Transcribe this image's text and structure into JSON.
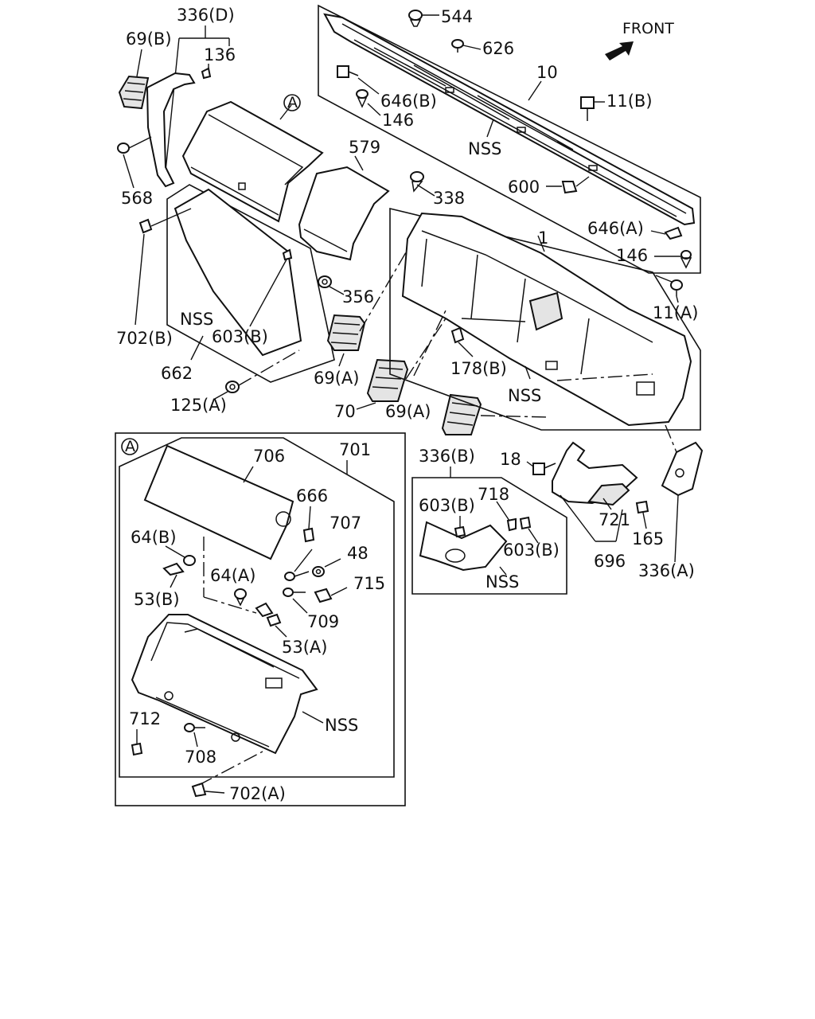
{
  "labels": {
    "p336D": "336(D)",
    "p69B": "69(B)",
    "p136": "136",
    "p544": "544",
    "p626": "626",
    "front": "FRONT",
    "p10": "10",
    "p646B": "646(B)",
    "p146a": "146",
    "p11B": "11(B)",
    "calloutA": "A",
    "p579": "579",
    "nss1": "NSS",
    "p568": "568",
    "p338": "338",
    "p600": "600",
    "p646A": "646(A)",
    "p1": "1",
    "p146b": "146",
    "p11A": "11(A)",
    "p356": "356",
    "nss2": "NSS",
    "p702B": "702(B)",
    "p603B_a": "603(B)",
    "p178B": "178(B)",
    "nss3": "NSS",
    "p662": "662",
    "p69A_a": "69(A)",
    "p125A": "125(A)",
    "p70": "70",
    "p69A_b": "69(A)",
    "detailA": "A",
    "p706": "706",
    "p701": "701",
    "p336B": "336(B)",
    "p18": "18",
    "p666": "666",
    "p603B_b": "603(B)",
    "p718": "718",
    "p707": "707",
    "p64B": "64(B)",
    "p48": "48",
    "p64A": "64(A)",
    "p603B_c": "603(B)",
    "p721": "721",
    "p165": "165",
    "p715": "715",
    "p53B": "53(B)",
    "nss4": "NSS",
    "p696": "696",
    "p336A": "336(A)",
    "p709": "709",
    "p53A": "53(A)",
    "p712": "712",
    "nss5": "NSS",
    "p708": "708",
    "p702A": "702(A)"
  }
}
